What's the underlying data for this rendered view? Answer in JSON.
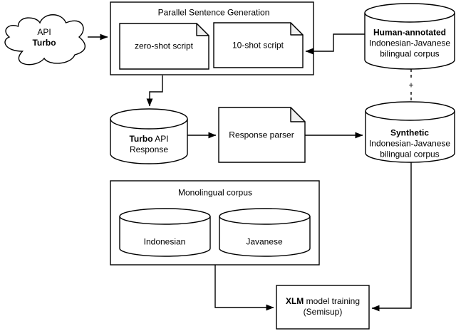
{
  "colors": {
    "stroke": "#000000",
    "shape_fill": "#ffffff",
    "fold_fill": "#f0f0f0",
    "background": "#ffffff"
  },
  "cloud": {
    "line1": "API",
    "line2_bold": "Turbo"
  },
  "parallel_box": {
    "title": "Parallel Sentence Generation"
  },
  "zero_shot_doc": {
    "label": "zero-shot script"
  },
  "ten_shot_doc": {
    "label": "10-shot script"
  },
  "human_corpus_db": {
    "line1_bold": "Human-annotated",
    "line2": "Indonesian-Javanese",
    "line3": "bilingual corpus"
  },
  "augment_connector": {
    "label": "+"
  },
  "turbo_response_db": {
    "line1_bold": "Turbo",
    "line1_rest": " API",
    "line2": "Response"
  },
  "response_parser_doc": {
    "label": "Response parser"
  },
  "synthetic_corpus_db": {
    "line1_bold": "Synthetic",
    "line2": "Indonesian-Javanese",
    "line3": "bilingual corpus"
  },
  "monolingual_box": {
    "title": "Monolingual corpus"
  },
  "indonesian_db": {
    "label": "Indonesian"
  },
  "javanese_db": {
    "label": "Javanese"
  },
  "xlm_box": {
    "line1_bold": "XLM",
    "line1_rest": " model training",
    "line2": "(Semisup)"
  }
}
